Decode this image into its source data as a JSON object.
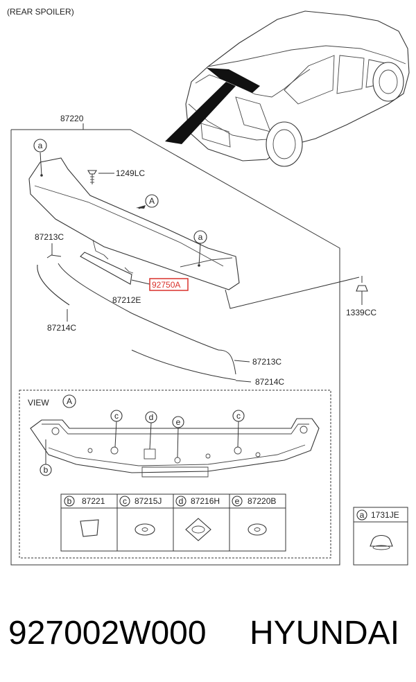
{
  "header": {
    "section_title": "(REAR SPOILER)"
  },
  "callouts": {
    "assembly": "87220",
    "screw": "1249LC",
    "view_ref": "A",
    "molding_left_top": "87213C",
    "molding_left_bottom": "87214C",
    "lamp": "92750A",
    "molding_center": "87212E",
    "molding_right_top": "87213C",
    "molding_right_bottom": "87214C",
    "nut": "1339CC",
    "circle_a": "a"
  },
  "view_panel": {
    "title": "VIEW",
    "view_letter": "A",
    "markers": [
      "b",
      "c",
      "d",
      "e",
      "c"
    ]
  },
  "legend_table": [
    {
      "letter": "b",
      "part_no": "87221"
    },
    {
      "letter": "c",
      "part_no": "87215J"
    },
    {
      "letter": "d",
      "part_no": "87216H"
    },
    {
      "letter": "e",
      "part_no": "87220B"
    }
  ],
  "side_box": {
    "letter": "a",
    "part_no": "1731JE"
  },
  "footer": {
    "part_number": "927002W000",
    "brand": "HYUNDAI"
  },
  "colors": {
    "highlight": "#d9302a"
  }
}
